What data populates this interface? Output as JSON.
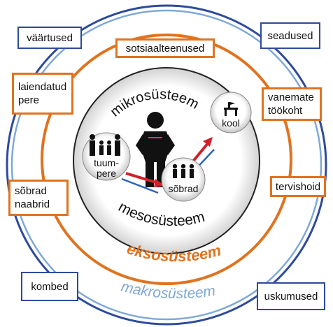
{
  "labels": {
    "mikro": "mikrosüsteem",
    "meso": "mesosüsteem",
    "ekso": "eksosüsteem",
    "makro": "makrosüsteem"
  },
  "nodes": {
    "family_line1": "tuum-",
    "family_line2": "pere",
    "friends": "sõbrad",
    "school": "kool"
  },
  "exo_boxes": {
    "social_services": "sotsiaalteenused",
    "extended_family_line1": "laiendatud",
    "extended_family_line2": "pere",
    "parents_work_line1": "vanemate",
    "parents_work_line2": "töökoht",
    "health_care": "tervishoid",
    "friends_neighbors_line1": "sõbrad",
    "friends_neighbors_line2": "naabrid"
  },
  "macro_boxes": {
    "values": "väärtused",
    "laws": "seadused",
    "customs": "kombed",
    "beliefs": "uskumused"
  },
  "colors": {
    "orange": "#e0731f",
    "blue": "#2e4b9a",
    "light_blue": "#7fa8d6",
    "red_arrow": "#d0202a",
    "blue_arrow": "#2b63b8"
  }
}
